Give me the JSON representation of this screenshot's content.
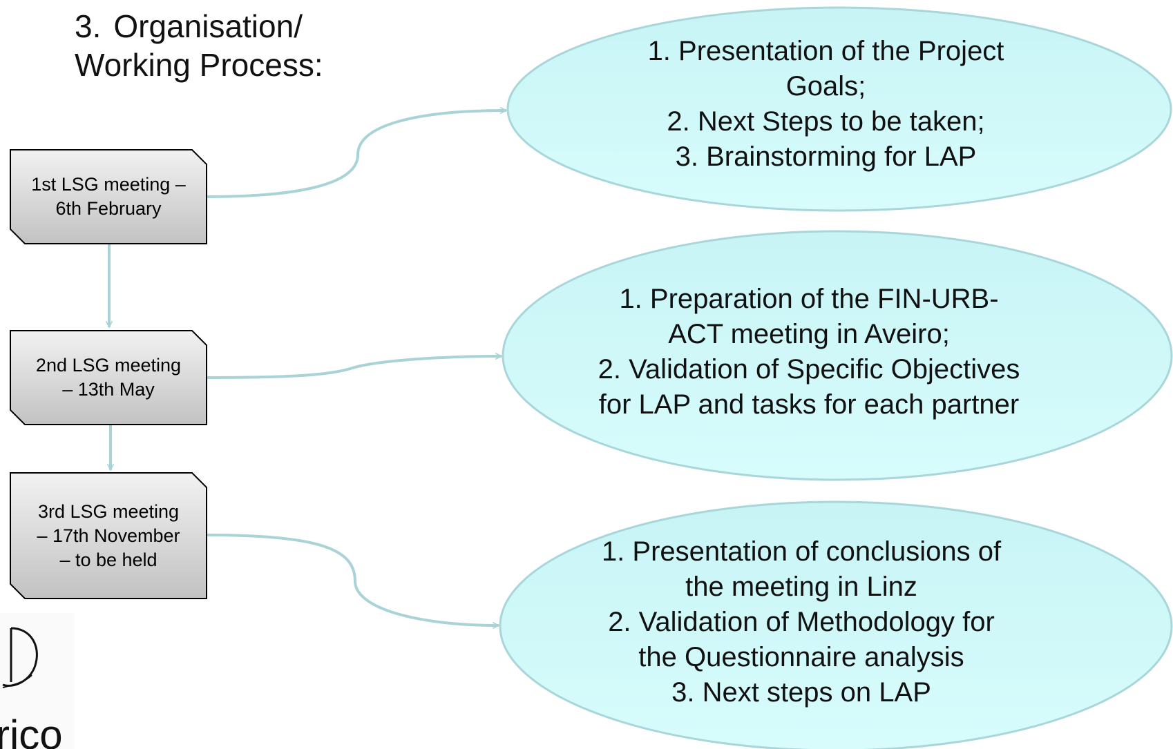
{
  "heading": {
    "number": "3.",
    "line1": "Organisation/",
    "line2": "Working Process:"
  },
  "meetings": [
    {
      "label": "1st LSG meeting – 6th February"
    },
    {
      "label": "2nd LSG meeting – 13th May"
    },
    {
      "label": "3rd LSG meeting – 17th November – to be held"
    }
  ],
  "outcomes": [
    {
      "lines": [
        "1. Presentation of the Project",
        "Goals;",
        "2. Next Steps to be taken;",
        "3. Brainstorming for LAP"
      ]
    },
    {
      "lines": [
        "1. Preparation of the FIN-URB-",
        "ACT meeting in Aveiro;",
        "2. Validation of Specific Objectives",
        "for LAP and tasks for each partner"
      ]
    },
    {
      "lines": [
        "1. Presentation of conclusions of",
        "the meeting in Linz",
        "2. Validation of Methodology for",
        "the Questionnaire analysis",
        "3. Next steps on LAP"
      ]
    }
  ],
  "logo": {
    "text": "rico"
  },
  "colors": {
    "ellipse_fill": "#d2fafa",
    "ellipse_stroke": "#a8d6da",
    "connector": "#a9d3d6",
    "box_fill_top": "#f2f2f2",
    "box_fill_bottom": "#c2c2c2",
    "box_stroke": "#000000"
  }
}
